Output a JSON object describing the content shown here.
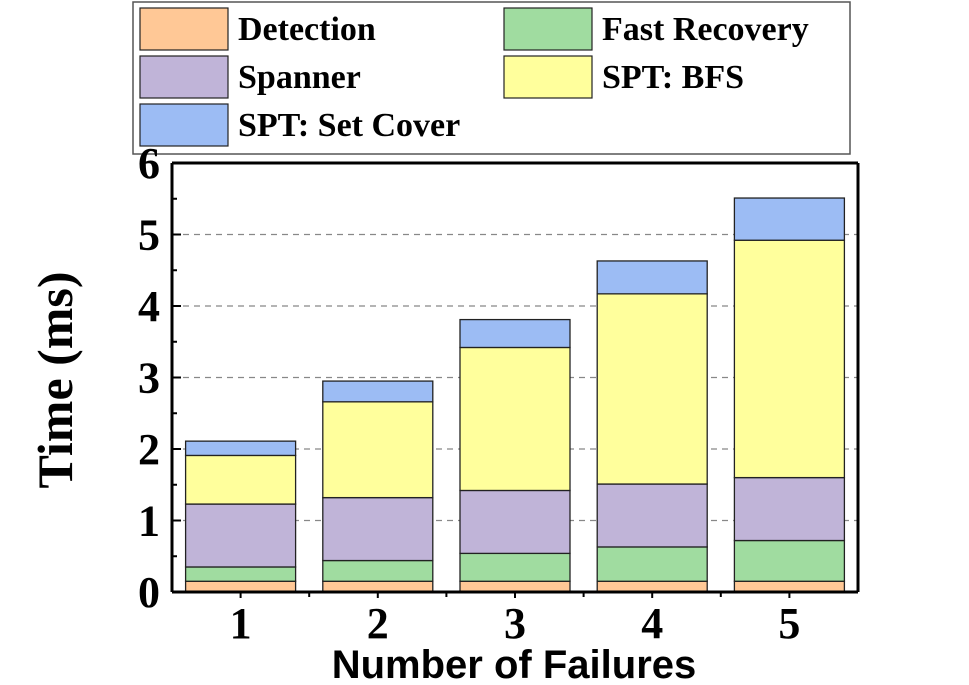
{
  "chart_data": {
    "type": "bar",
    "stacked": true,
    "xlabel": "Number of Failures",
    "ylabel": "Time (ms)",
    "categories": [
      "1",
      "2",
      "3",
      "4",
      "5"
    ],
    "ylim": [
      0,
      6
    ],
    "yticks": [
      "0",
      "1",
      "2",
      "3",
      "4",
      "5",
      "6"
    ],
    "grid": "horizontal-dashed",
    "legend_position": "top",
    "series": [
      {
        "name": "Detection",
        "color": "#FFC896",
        "values": [
          0.15,
          0.15,
          0.15,
          0.15,
          0.15
        ]
      },
      {
        "name": "Fast Recovery",
        "color": "#A0DCA0",
        "values": [
          0.2,
          0.29,
          0.39,
          0.48,
          0.57
        ]
      },
      {
        "name": "Spanner",
        "color": "#C0B4D8",
        "values": [
          0.88,
          0.88,
          0.88,
          0.88,
          0.88
        ]
      },
      {
        "name": "SPT: BFS",
        "color": "#FFFF9C",
        "values": [
          0.68,
          1.34,
          2.0,
          2.66,
          3.32
        ]
      },
      {
        "name": "SPT: Set Cover",
        "color": "#9CBCF4",
        "values": [
          0.2,
          0.29,
          0.39,
          0.46,
          0.59
        ]
      }
    ]
  }
}
